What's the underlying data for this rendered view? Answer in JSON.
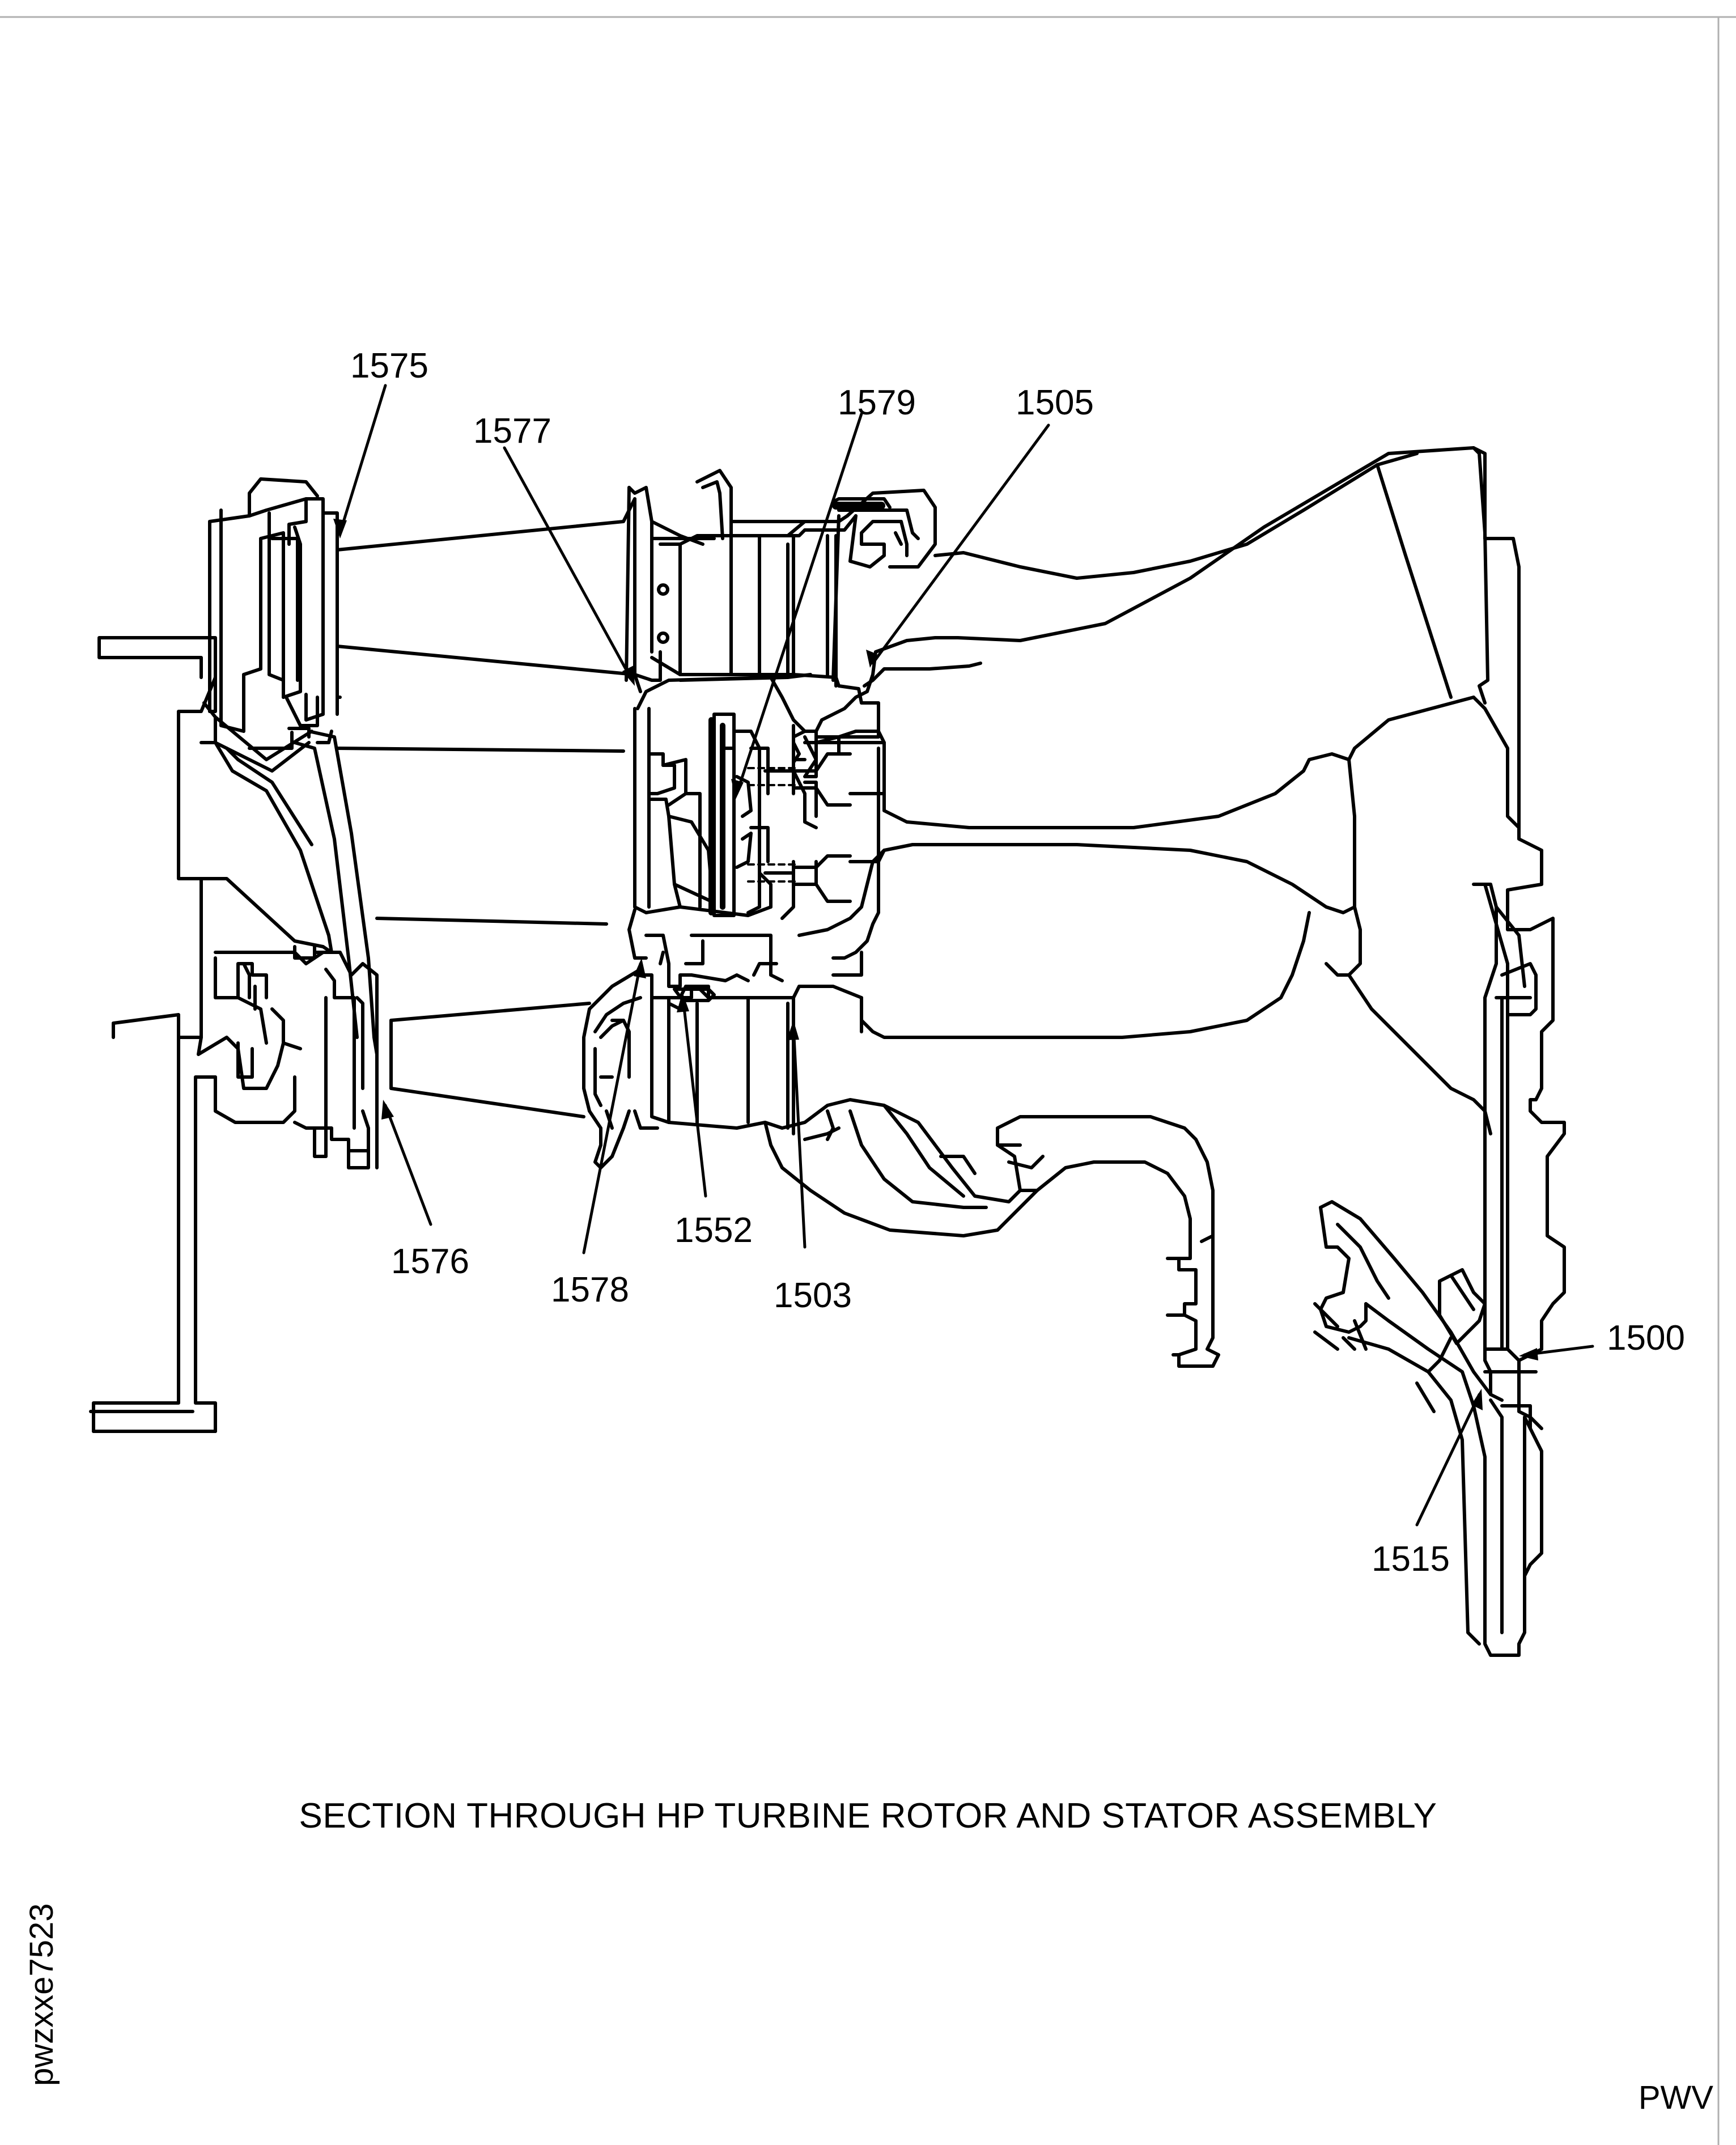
{
  "figure": {
    "caption": "SECTION THROUGH HP TURBINE ROTOR AND STATOR ASSEMBLY",
    "figure_id": "pwzxxe7523",
    "corner_code": "PWV"
  },
  "callouts": {
    "c1575": "1575",
    "c1577": "1577",
    "c1579": "1579",
    "c1505": "1505",
    "c1576": "1576",
    "c1578": "1578",
    "c1552": "1552",
    "c1503": "1503",
    "c1500": "1500",
    "c1515": "1515"
  },
  "colors": {
    "line": "#000000",
    "background": "#ffffff",
    "frame": "#b0b0b0"
  }
}
